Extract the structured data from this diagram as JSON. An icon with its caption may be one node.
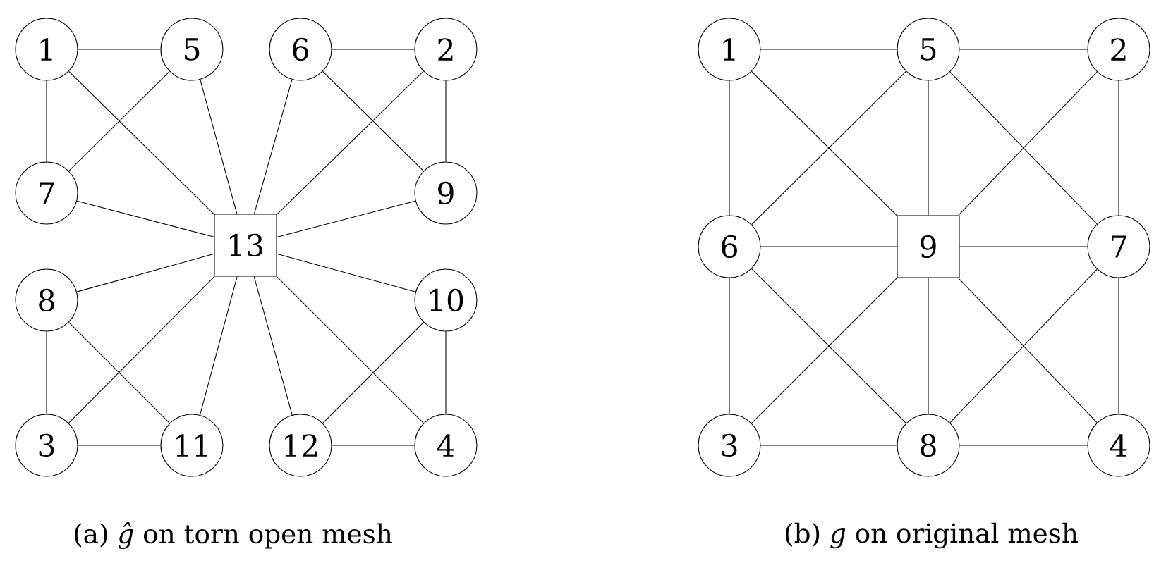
{
  "diagram": {
    "nodes": [
      {
        "text": [
          "1"
        ]
      },
      {
        "text": [
          "5"
        ]
      },
      {
        "text": [
          "6"
        ]
      },
      {
        "text": [
          "2"
        ]
      },
      {
        "text": [
          "7"
        ]
      },
      {
        "text": [
          "9"
        ]
      },
      {
        "text": [
          "13"
        ]
      },
      {
        "text": [
          "8"
        ]
      },
      {
        "text": [
          "10"
        ]
      },
      {
        "text": [
          "3"
        ]
      },
      {
        "text": [
          "11"
        ]
      },
      {
        "text": [
          "12"
        ]
      },
      {
        "text": [
          "4"
        ]
      },
      {
        "text": [
          "1"
        ]
      },
      {
        "text": [
          "5"
        ]
      },
      {
        "text": [
          "2"
        ]
      },
      {
        "text": [
          "6"
        ]
      },
      {
        "text": [
          "9"
        ]
      },
      {
        "text": [
          "7"
        ]
      },
      {
        "text": [
          "3"
        ]
      },
      {
        "text": [
          "8"
        ]
      },
      {
        "text": [
          "4"
        ]
      }
    ],
    "edges": [
      {
        "from": 0,
        "to": 1,
        "arrow": "none"
      },
      {
        "from": 0,
        "to": 4,
        "arrow": "none"
      },
      {
        "from": 0,
        "to": 6,
        "arrow": "none"
      },
      {
        "from": 1,
        "to": 4,
        "arrow": "none"
      },
      {
        "from": 1,
        "to": 6,
        "arrow": "none"
      },
      {
        "from": 2,
        "to": 3,
        "arrow": "none"
      },
      {
        "from": 2,
        "to": 6,
        "arrow": "none"
      },
      {
        "from": 2,
        "to": 5,
        "arrow": "none"
      },
      {
        "from": 3,
        "to": 6,
        "arrow": "none"
      },
      {
        "from": 3,
        "to": 5,
        "arrow": "none"
      },
      {
        "from": 4,
        "to": 6,
        "arrow": "none"
      },
      {
        "from": 5,
        "to": 6,
        "arrow": "none"
      },
      {
        "from": 7,
        "to": 6,
        "arrow": "none"
      },
      {
        "from": 8,
        "to": 6,
        "arrow": "none"
      },
      {
        "from": 7,
        "to": 9,
        "arrow": "none"
      },
      {
        "from": 7,
        "to": 10,
        "arrow": "none"
      },
      {
        "from": 9,
        "to": 6,
        "arrow": "none"
      },
      {
        "from": 9,
        "to": 10,
        "arrow": "none"
      },
      {
        "from": 10,
        "to": 6,
        "arrow": "none"
      },
      {
        "from": 11,
        "to": 6,
        "arrow": "none"
      },
      {
        "from": 11,
        "to": 8,
        "arrow": "none"
      },
      {
        "from": 11,
        "to": 12,
        "arrow": "none"
      },
      {
        "from": 12,
        "to": 6,
        "arrow": "none"
      },
      {
        "from": 8,
        "to": 12,
        "arrow": "none"
      },
      {
        "from": 13,
        "to": 14,
        "arrow": "none"
      },
      {
        "from": 14,
        "to": 15,
        "arrow": "none"
      },
      {
        "from": 13,
        "to": 16,
        "arrow": "none"
      },
      {
        "from": 13,
        "to": 17,
        "arrow": "none"
      },
      {
        "from": 14,
        "to": 16,
        "arrow": "none"
      },
      {
        "from": 14,
        "to": 17,
        "arrow": "none"
      },
      {
        "from": 14,
        "to": 18,
        "arrow": "none"
      },
      {
        "from": 15,
        "to": 17,
        "arrow": "none"
      },
      {
        "from": 15,
        "to": 18,
        "arrow": "none"
      },
      {
        "from": 16,
        "to": 17,
        "arrow": "none"
      },
      {
        "from": 17,
        "to": 18,
        "arrow": "none"
      },
      {
        "from": 16,
        "to": 19,
        "arrow": "none"
      },
      {
        "from": 16,
        "to": 20,
        "arrow": "none"
      },
      {
        "from": 17,
        "to": 19,
        "arrow": "none"
      },
      {
        "from": 17,
        "to": 20,
        "arrow": "none"
      },
      {
        "from": 17,
        "to": 21,
        "arrow": "none"
      },
      {
        "from": 18,
        "to": 20,
        "arrow": "none"
      },
      {
        "from": 18,
        "to": 21,
        "arrow": "none"
      },
      {
        "from": 19,
        "to": 20,
        "arrow": "none"
      },
      {
        "from": 20,
        "to": 21,
        "arrow": "none"
      }
    ],
    "labels": [
      "(a) *ĝ* on torn open mesh",
      "(b) *g* on original mesh"
    ]
  }
}
